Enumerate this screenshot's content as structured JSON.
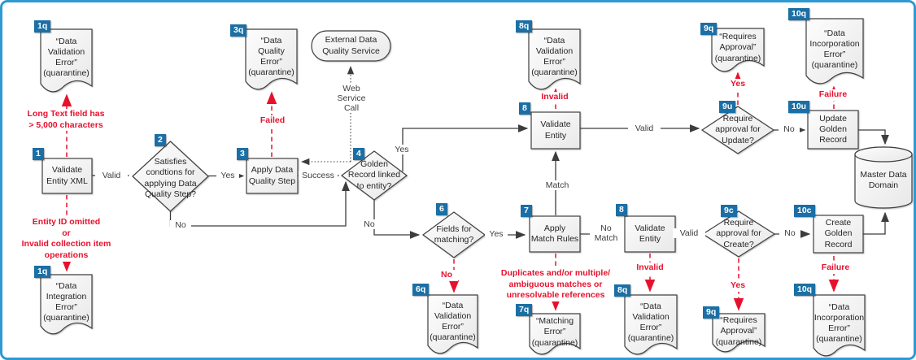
{
  "colors": {
    "canvas_border": "#2e9ad2",
    "badge_bg": "#1b6fa5",
    "shape_stroke": "#404040",
    "connector": "#3d3d3d",
    "annotation_red": "#e8112d"
  },
  "nodes": {
    "box1": {
      "badge": "1",
      "label": "Validate\nEntity XML"
    },
    "d2": {
      "badge": "2",
      "label": "Satisfies\ncondtions for\napplying Data\nQuality Step?"
    },
    "box3": {
      "badge": "3",
      "label": "Apply Data\nQuality Step"
    },
    "ellipse": {
      "label": "External Data\nQuality Service"
    },
    "d4": {
      "badge": "4",
      "label": "Golden\nRecord linked\nto entity?"
    },
    "d6": {
      "badge": "6",
      "label": "Fields for\nmatching?"
    },
    "box7": {
      "badge": "7",
      "label": "Apply\nMatch Rules"
    },
    "box8top": {
      "badge": "8",
      "label": "Validate\nEntity"
    },
    "box8bottom": {
      "badge": "8",
      "label": "Validate\nEntity"
    },
    "d9u": {
      "badge": "9u",
      "label": "Require\napproval for\nUpdate?"
    },
    "d9c": {
      "badge": "9c",
      "label": "Require\napproval for\nCreate?"
    },
    "box10u": {
      "badge": "10u",
      "label": "Update\nGolden\nRecord"
    },
    "box10c": {
      "badge": "10c",
      "label": "Create\nGolden\nRecord"
    },
    "cylinder": {
      "label": "Master Data\nDomain"
    },
    "doc1q_top": {
      "badge": "1q",
      "label": "“Data\nValidation\nError”\n(quarantine)"
    },
    "doc1q_bottom": {
      "badge": "1q",
      "label": "“Data\nIntegration\nError”\n(quarantine)"
    },
    "doc3q": {
      "badge": "3q",
      "label": "“Data\nQuality\nError”\n(quarantine)"
    },
    "doc6q": {
      "badge": "6q",
      "label": "“Data\nValidation\nError”\n(quarantine)"
    },
    "doc7q": {
      "badge": "7q",
      "label": "“Matching\nError”\n(quarantine)"
    },
    "doc8q_top": {
      "badge": "8q",
      "label": "“Data\nValidation\nError”\n(quarantine)"
    },
    "doc8q_bottom": {
      "badge": "8q",
      "label": "“Data\nValidation\nError”\n(quarantine)"
    },
    "doc9q_top": {
      "badge": "9q",
      "label": "“Requires\nApproval”\n(quarantine)"
    },
    "doc9q_bottom": {
      "badge": "9q",
      "label": "“Requires\nApproval”\n(quarantine)"
    },
    "doc10q_top": {
      "badge": "10q",
      "label": "“Data\nIncorporation\nError”\n(quarantine)"
    },
    "doc10q_bottom": {
      "badge": "10q",
      "label": "“Data\nIncorporation\nError”\n(quarantine)"
    }
  },
  "edge_labels": {
    "valid_1_2": "Valid",
    "yes_2_3": "Yes",
    "no_2_4": "No",
    "success_3_4": "Success",
    "web_service_call": "Web\nService\nCall",
    "yes_4_8": "Yes",
    "no_4_6": "No",
    "yes_6_7": "Yes",
    "no_match_7_8": "No\nMatch",
    "match_7_8": "Match",
    "valid_8_9u": "Valid",
    "no_9u_10u": "No",
    "valid_8_9c": "Valid",
    "no_9c_10c": "No"
  },
  "annotations": {
    "long_text": "Long Text field has\n> 5,000 characters",
    "entity_id": "Entity ID omitted\nor\nInvalid collection item operations",
    "failed": "Failed",
    "invalid_top": "Invalid",
    "invalid_bottom": "Invalid",
    "yes_9u": "Yes",
    "yes_9c": "Yes",
    "failure_10u": "Failure",
    "failure_10c": "Failure",
    "no_6": "No",
    "duplicates": "Duplicates and/or multiple/\nambiguous matches or\nunresolvable references"
  }
}
